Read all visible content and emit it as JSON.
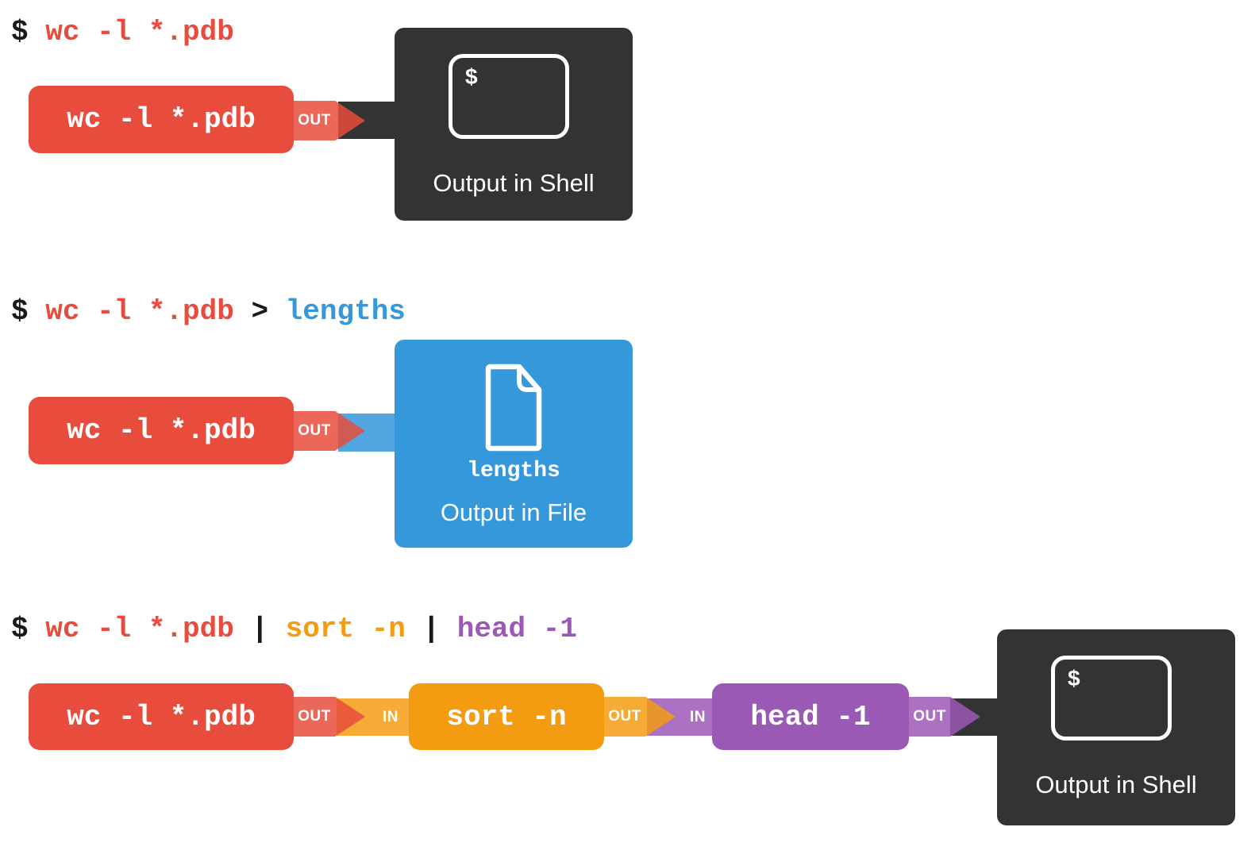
{
  "palette": {
    "red": "#E74C3C",
    "orange": "#F39C12",
    "purple": "#9B59B6",
    "blue": "#3498DB",
    "dark": "#333333",
    "ink": "#1A1A1A",
    "white": "#FFFFFF"
  },
  "labels": {
    "out": "OUT",
    "in": "IN"
  },
  "diagram": {
    "row1": {
      "prompt": [
        {
          "text": "$ ",
          "color": "ink"
        },
        {
          "text": "wc -l *.pdb",
          "color": "red"
        }
      ],
      "command": {
        "label": "wc -l *.pdb",
        "color": "red"
      },
      "output": {
        "terminal_prompt": "$",
        "label": "Output in Shell",
        "color": "dark"
      }
    },
    "row2": {
      "prompt": [
        {
          "text": "$ ",
          "color": "ink"
        },
        {
          "text": "wc -l *.pdb",
          "color": "red"
        },
        {
          "text": " > ",
          "color": "ink"
        },
        {
          "text": "lengths",
          "color": "blue"
        }
      ],
      "command": {
        "label": "wc -l *.pdb",
        "color": "red"
      },
      "output": {
        "filename": "lengths",
        "label": "Output in File",
        "color": "blue"
      }
    },
    "row3": {
      "prompt": [
        {
          "text": "$ ",
          "color": "ink"
        },
        {
          "text": "wc -l *.pdb",
          "color": "red"
        },
        {
          "text": " | ",
          "color": "ink"
        },
        {
          "text": "sort -n",
          "color": "orange"
        },
        {
          "text": " | ",
          "color": "ink"
        },
        {
          "text": "head -1",
          "color": "purple"
        }
      ],
      "pipeline": [
        {
          "label": "wc -l *.pdb",
          "color": "red"
        },
        {
          "label": "sort -n",
          "color": "orange"
        },
        {
          "label": "head -1",
          "color": "purple"
        }
      ],
      "output": {
        "terminal_prompt": "$",
        "label": "Output in Shell",
        "color": "dark"
      }
    }
  }
}
